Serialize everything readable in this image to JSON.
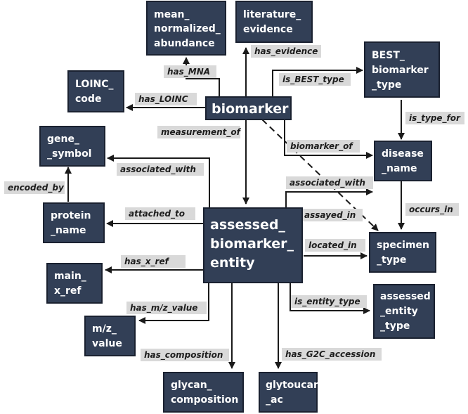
{
  "nodes": {
    "mean_normalized_abundance": [
      "mean_",
      "normalized_",
      "abundance"
    ],
    "literature_evidence": [
      "literature_",
      "evidence"
    ],
    "best_biomarker_type": [
      "BEST_",
      "biomarker",
      "_type"
    ],
    "loinc_code": [
      "LOINC_",
      "code"
    ],
    "biomarker": [
      "biomarker"
    ],
    "gene_symbol": [
      "gene_",
      "_symbol"
    ],
    "disease_name": [
      "disease",
      "_name"
    ],
    "protein_name": [
      "protein",
      "_name"
    ],
    "assessed_biomarker_entity": [
      "assessed_",
      "biomarker_",
      "entity"
    ],
    "specimen_type": [
      "specimen",
      "_type"
    ],
    "main_x_ref": [
      "main_",
      "x_ref"
    ],
    "assessed_entity_type": [
      "assessed",
      "_entity",
      "_type"
    ],
    "mz_value": [
      "m/z_",
      "value"
    ],
    "glycan_composition": [
      "glycan_",
      "composition"
    ],
    "glytoucan_ac": [
      "glytoucan",
      "_ac"
    ]
  },
  "edge_labels": {
    "has_evidence": "has_evidence",
    "has_mna": "has_MNA",
    "is_best_type": "is_BEST_type",
    "has_loinc": "has_LOINC",
    "is_type_for": "is_type_for",
    "measurement_of": "measurement_of",
    "biomarker_of": "biomarker_of",
    "associated_with_left": "associated_with",
    "associated_with_right": "associated_with",
    "encoded_by": "encoded_by",
    "occurs_in": "occurs_in",
    "attached_to": "attached_to",
    "assayed_in": "assayed_in",
    "located_in": "located_in",
    "has_x_ref": "has_x_ref",
    "has_mz_value": "has_m/z_value",
    "is_entity_type": "is_entity_type",
    "has_composition": "has_composition",
    "has_g2c_accession": "has_G2C_accession"
  }
}
